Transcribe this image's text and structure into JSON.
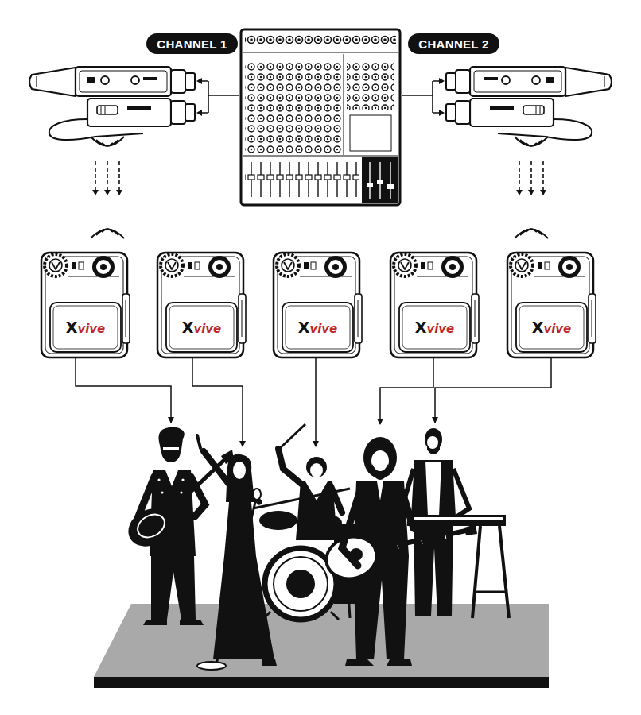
{
  "diagram": {
    "nodes": [
      {
        "text": [
          "CHANNEL 1"
        ]
      },
      {
        "text": [
          "CHANNEL 2"
        ]
      },
      {
        "text": [
          "Xvive"
        ]
      },
      {
        "text": [
          "Xvive"
        ]
      },
      {
        "text": [
          "Xvive"
        ]
      },
      {
        "text": [
          "Xvive"
        ]
      },
      {
        "text": [
          "Xvive"
        ]
      }
    ]
  }
}
